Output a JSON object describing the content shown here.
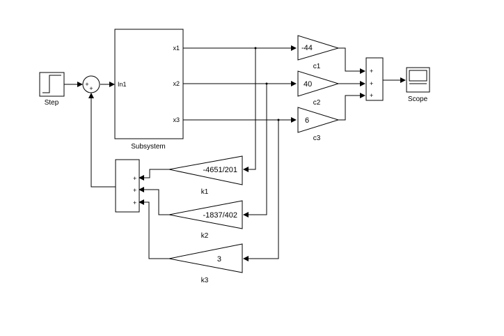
{
  "blocks": {
    "step": {
      "label": "Step"
    },
    "subsystem": {
      "label": "Subsystem",
      "in_port": "In1",
      "out_ports": [
        "x1",
        "x2",
        "x3"
      ]
    },
    "gains_c": [
      {
        "name": "c1",
        "value": "-44"
      },
      {
        "name": "c2",
        "value": "40"
      },
      {
        "name": "c3",
        "value": "6"
      }
    ],
    "gains_k": [
      {
        "name": "k1",
        "value": "-4651/201"
      },
      {
        "name": "k2",
        "value": "-1837/402"
      },
      {
        "name": "k3",
        "value": "3"
      }
    ],
    "sum_out": {
      "signs": [
        "+",
        "+",
        "+"
      ]
    },
    "sum_feedback": {
      "signs": [
        "+",
        "+",
        "+"
      ]
    },
    "sum_input": {
      "signs": [
        "+",
        "+"
      ]
    },
    "scope": {
      "label": "Scope"
    }
  }
}
